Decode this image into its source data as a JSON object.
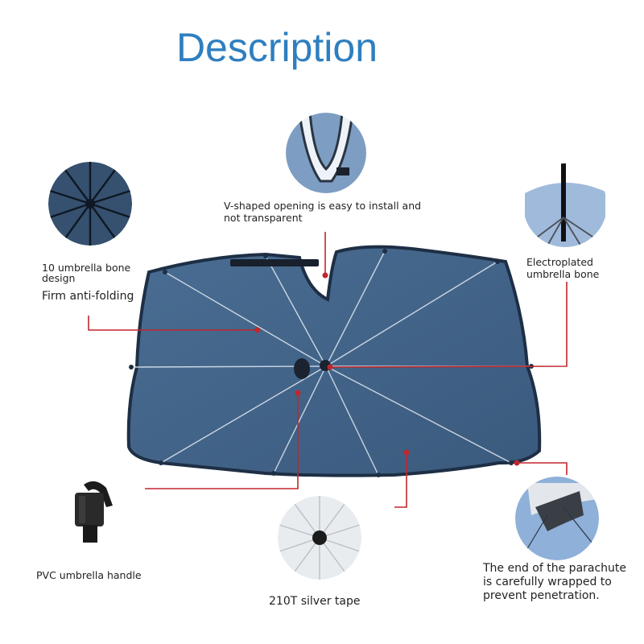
{
  "title": "Description",
  "labels": {
    "v_opening": "V-shaped opening is easy to install and\nnot transparent",
    "bone_count": "10 umbrella bone\ndesign",
    "firm": "Firm anti-folding",
    "electroplated": "Electroplated\numbrella bone",
    "handle": "PVC umbrella handle",
    "silver_tape": "210T silver tape",
    "parachute_end": "The end of the parachute\nis carefully wrapped to\nprevent penetration."
  },
  "colors": {
    "title": "#2f7fc0",
    "shade_fabric": "#3f6184",
    "shade_edge": "#1e2f45",
    "pointer_line": "#c0272d",
    "silver_tape": "#e9ecef"
  }
}
